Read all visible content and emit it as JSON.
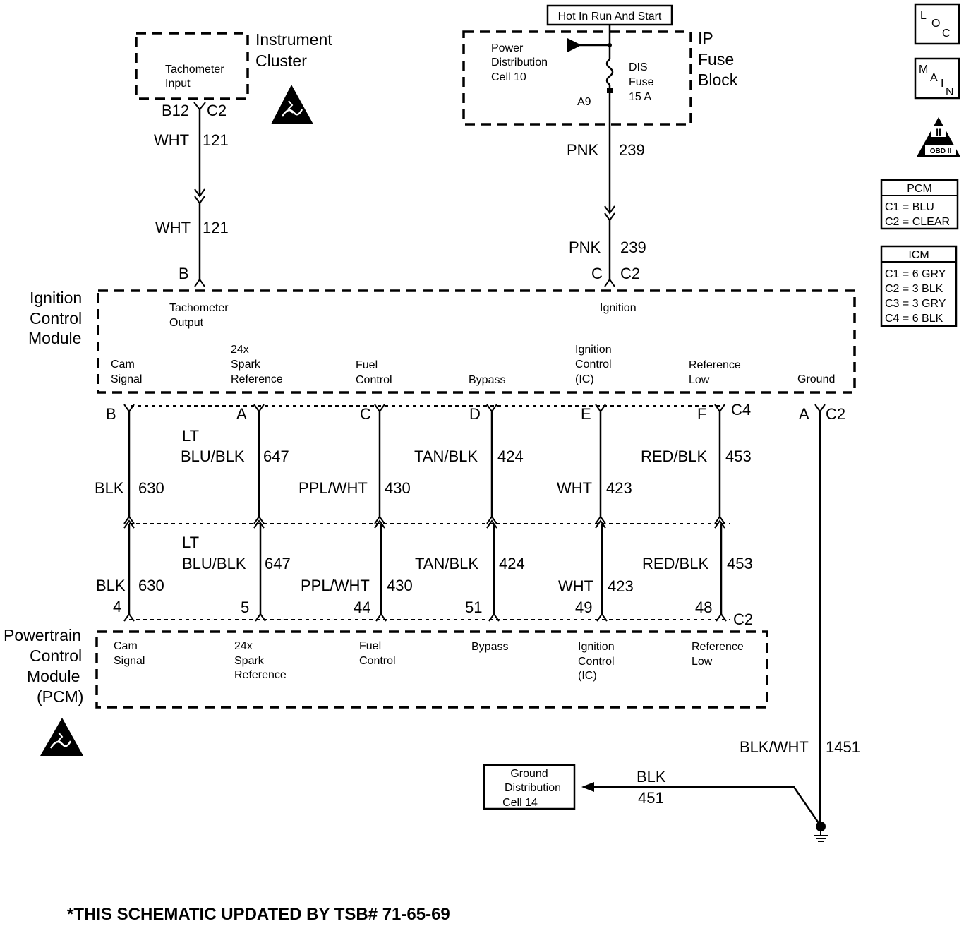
{
  "hot_label": "Hot In Run And Start",
  "instrument_cluster": {
    "name_line1": "Instrument",
    "name_line2": "Cluster",
    "pin_line1": "Tachometer",
    "pin_line2": "Input"
  },
  "fuse_block": {
    "name_line1": "IP",
    "name_line2": "Fuse",
    "name_line3": "Block",
    "pd_line1": "Power",
    "pd_line2": "Distribution",
    "pd_line3": "Cell 10",
    "fuse_line1": "DIS",
    "fuse_line2": "Fuse",
    "fuse_line3": "15 A",
    "fuse_pin": "A9"
  },
  "icm": {
    "name_line1": "Ignition",
    "name_line2": "Control",
    "name_line3": "Module",
    "tach_line1": "Tachometer",
    "tach_line2": "Output",
    "ignition_label": "Ignition",
    "cam_line1": "Cam",
    "cam_line2": "Signal",
    "spark_line1": "24x",
    "spark_line2": "Spark",
    "spark_line3": "Reference",
    "fuel_line1": "Fuel",
    "fuel_line2": "Control",
    "bypass": "Bypass",
    "ic_line1": "Ignition",
    "ic_line2": "Control",
    "ic_line3": "(IC)",
    "ref_line1": "Reference",
    "ref_line2": "Low",
    "ground": "Ground"
  },
  "pcm": {
    "name_line1": "Powertrain",
    "name_line2": "Control",
    "name_line3": "Module",
    "name_line4": "(PCM)",
    "cam_line1": "Cam",
    "cam_line2": "Signal",
    "spark_line1": "24x",
    "spark_line2": "Spark",
    "spark_line3": "Reference",
    "fuel_line1": "Fuel",
    "fuel_line2": "Control",
    "bypass": "Bypass",
    "ic_line1": "Ignition",
    "ic_line2": "Control",
    "ic_line3": "(IC)",
    "ref_line1": "Reference",
    "ref_line2": "Low"
  },
  "connectors": {
    "cluster_pin": "B12",
    "cluster_conn": "C2",
    "icm_tach_pin": "B",
    "icm_ign_pin": "C",
    "icm_ign_conn": "C2",
    "icm_c4": "C4",
    "icm_ground_pin": "A",
    "icm_ground_conn": "C2",
    "pcm_conn": "C2",
    "icm_pins": [
      "B",
      "A",
      "C",
      "D",
      "E",
      "F"
    ],
    "pcm_pins": [
      "4",
      "5",
      "44",
      "51",
      "49",
      "48"
    ]
  },
  "wires": {
    "tach_color": "WHT",
    "tach_circuit": "121",
    "power_color": "PNK",
    "power_circuit": "239",
    "lt_prefix": "LT",
    "cam_color": "BLK",
    "cam_circuit": "630",
    "spark_color": "BLU/BLK",
    "spark_circuit": "647",
    "fuel_color": "PPL/WHT",
    "fuel_circuit": "430",
    "bypass_color": "TAN/BLK",
    "bypass_circuit": "424",
    "ic_color": "WHT",
    "ic_circuit": "423",
    "ref_color": "RED/BLK",
    "ref_circuit": "453",
    "ground_color": "BLK/WHT",
    "ground_circuit": "1451",
    "gnd_dist_color": "BLK",
    "gnd_dist_circuit": "451"
  },
  "ground_dist": {
    "line1": "Ground",
    "line2": "Distribution",
    "line3": "Cell 14"
  },
  "legend": {
    "loc_l": "L",
    "loc_o": "O",
    "loc_c": "C",
    "main_m": "M",
    "main_a": "A",
    "main_i": "I",
    "main_n": "N",
    "obd_roman": "II",
    "obd_text": "OBD II",
    "pcm_title": "PCM",
    "pcm_rows": [
      "C1 = BLU",
      "C2 = CLEAR"
    ],
    "icm_title": "ICM",
    "icm_rows": [
      "C1 = 6 GRY",
      "C2 = 3 BLK",
      "C3 = 3 GRY",
      "C4 = 6 BLK"
    ]
  },
  "footer": "*THIS SCHEMATIC UPDATED BY TSB# 71-65-69"
}
